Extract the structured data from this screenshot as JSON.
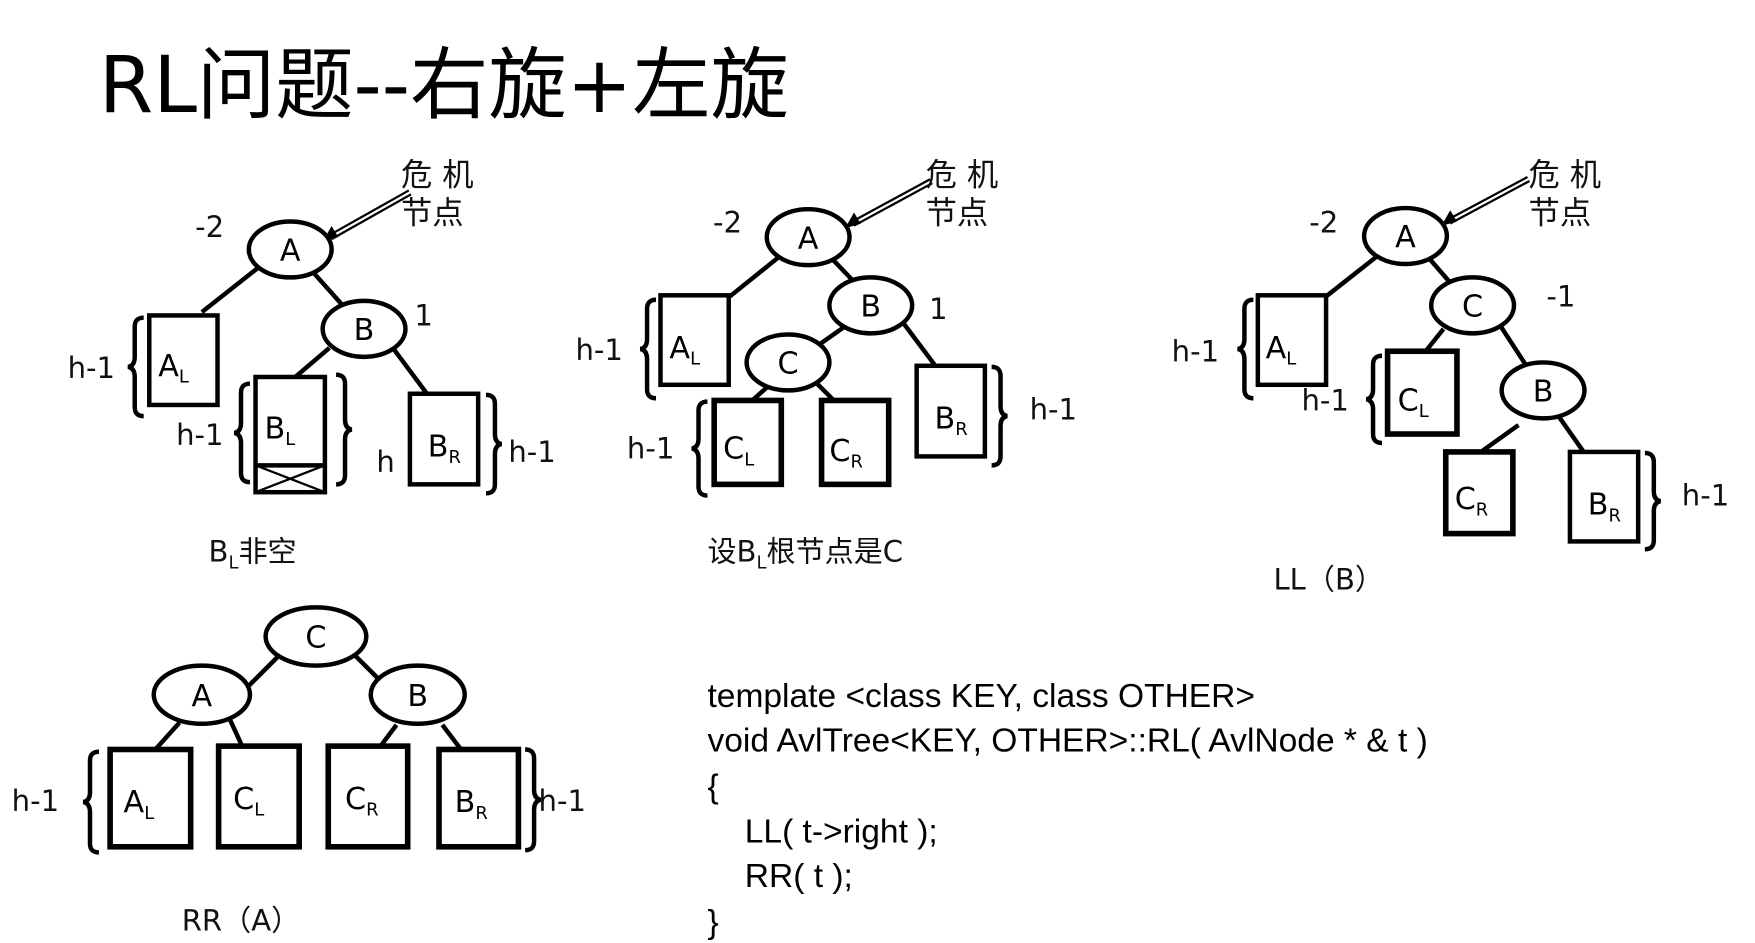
{
  "title": "RL问题--右旋+左旋",
  "annotation": {
    "line1": "危 机",
    "line2": "节点"
  },
  "labels": {
    "A": "A",
    "B": "B",
    "C": "C",
    "AL_main": "A",
    "BL_main": "B",
    "BR_main": "B",
    "CL_main": "C",
    "CR_main": "C",
    "sub_L": "L",
    "sub_R": "R",
    "h_minus_1": "h-1",
    "h": "h",
    "bf_A": "-2",
    "bf_B": "1",
    "bf_C": "-1"
  },
  "captions": {
    "tree1_prefix": "B",
    "tree1_sub": "L",
    "tree1_suffix": "非空",
    "tree2_prefix": "设B",
    "tree2_sub": "L",
    "tree2_suffix": "根节点是C",
    "tree3": "LL（B）",
    "tree4": "RR（A）"
  },
  "code": {
    "lines": [
      "template <class KEY, class OTHER>",
      "void AvlTree<KEY, OTHER>::RL( AvlNode * & t )",
      "{",
      "    LL( t->right );",
      "    RR( t );",
      "}"
    ]
  }
}
